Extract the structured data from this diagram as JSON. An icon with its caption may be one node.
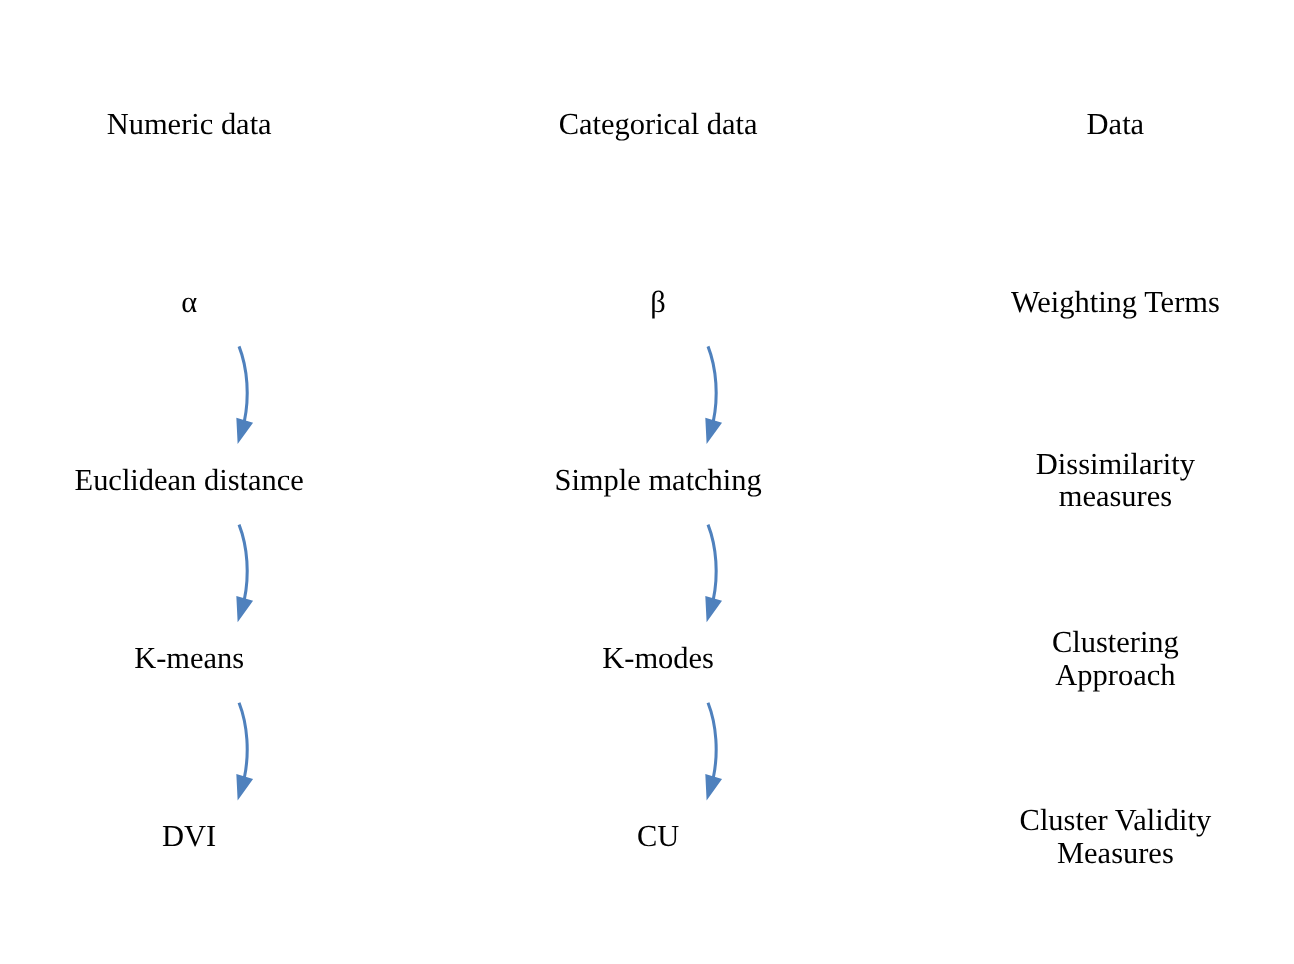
{
  "diagram": {
    "nodes": [
      {
        "text": [
          "α"
        ]
      },
      {
        "text": [
          "Euclidean distance"
        ]
      },
      {
        "text": [
          "K-means"
        ]
      },
      {
        "text": [
          "DVI"
        ]
      },
      {
        "text": [
          "β"
        ]
      },
      {
        "text": [
          "Simple matching"
        ]
      },
      {
        "text": [
          "K-modes"
        ]
      },
      {
        "text": [
          "CU"
        ]
      }
    ],
    "edges": [
      {
        "from": 0,
        "to": 1,
        "arrow": "to"
      },
      {
        "from": 1,
        "to": 2,
        "arrow": "to"
      },
      {
        "from": 2,
        "to": 3,
        "arrow": "to"
      },
      {
        "from": 4,
        "to": 5,
        "arrow": "to"
      },
      {
        "from": 5,
        "to": 6,
        "arrow": "to"
      },
      {
        "from": 6,
        "to": 7,
        "arrow": "to"
      }
    ],
    "labels": [
      "Numeric data",
      "Categorical data",
      "Data",
      "Weighting Terms",
      "Dissimilarity measures",
      "Clustering Approach",
      "Cluster Validity Measures"
    ]
  }
}
